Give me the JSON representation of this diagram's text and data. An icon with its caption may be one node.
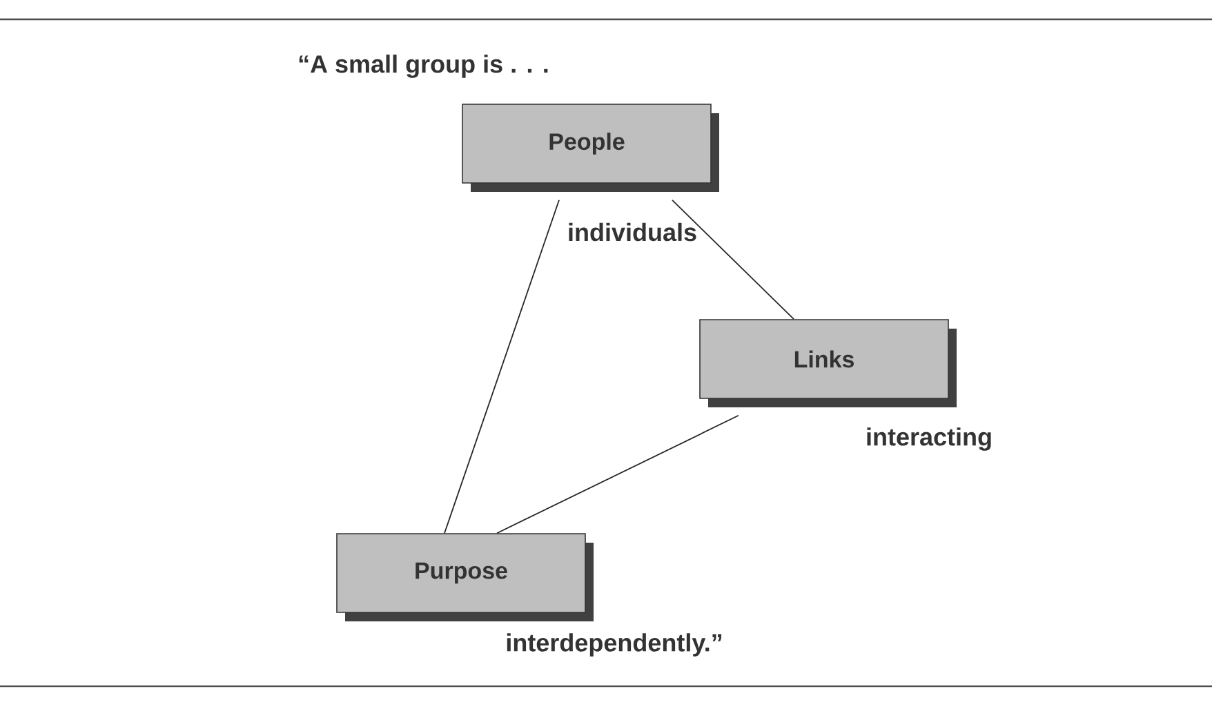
{
  "diagram": {
    "title": "“A small group is . . .",
    "nodes": [
      {
        "text": [
          "People"
        ],
        "beside": [
          "individuals"
        ]
      },
      {
        "text": [
          "Links"
        ],
        "beside": [
          "interacting"
        ]
      },
      {
        "text": [
          "Purpose"
        ],
        "beside": [
          "interdependently.”"
        ]
      }
    ],
    "edges": [
      {
        "from": 0,
        "to": 2,
        "arrow": "none"
      },
      {
        "from": 0,
        "to": 1,
        "arrow": "none"
      },
      {
        "from": 1,
        "to": 2,
        "arrow": "none"
      }
    ]
  }
}
